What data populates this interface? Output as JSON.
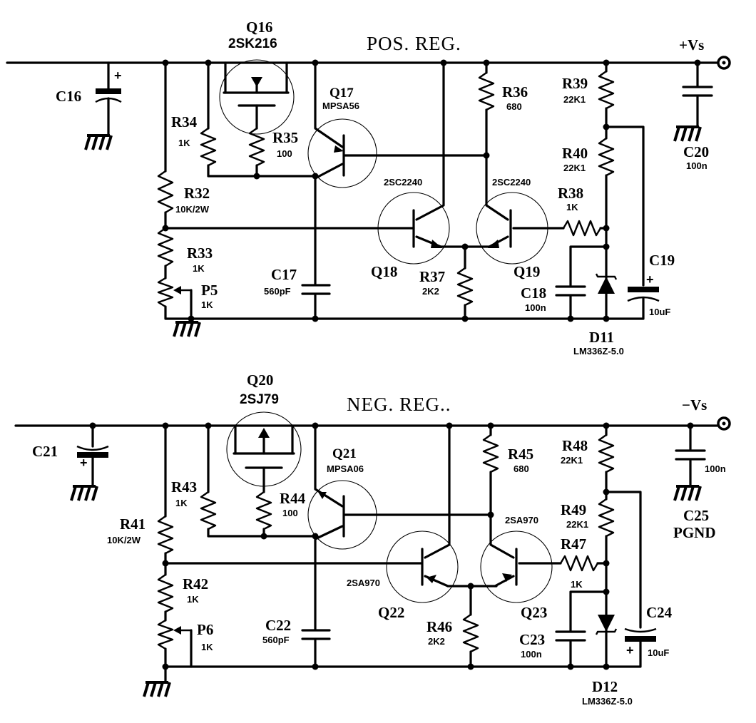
{
  "pos": {
    "title": "POS.  REG.",
    "q16": {
      "ref": "Q16",
      "part": "2SK216"
    },
    "q17": {
      "ref": "Q17",
      "part": "MPSA56"
    },
    "q18": {
      "ref": "Q18",
      "part": "2SC2240"
    },
    "q19": {
      "ref": "Q19",
      "part": "2SC2240"
    },
    "c16": {
      "ref": "C16",
      "pol": "+"
    },
    "r34": {
      "ref": "R34",
      "val": "1K"
    },
    "r35": {
      "ref": "R35",
      "val": "100"
    },
    "r32": {
      "ref": "R32",
      "val": "10K/2W"
    },
    "r33": {
      "ref": "R33",
      "val": "1K"
    },
    "p5": {
      "ref": "P5",
      "val": "1K"
    },
    "c17": {
      "ref": "C17",
      "val": "560pF"
    },
    "r36": {
      "ref": "R36",
      "val": "680"
    },
    "r37": {
      "ref": "R37",
      "val": "2K2"
    },
    "r38": {
      "ref": "R38",
      "val": "1K"
    },
    "r39": {
      "ref": "R39",
      "val": "22K1"
    },
    "r40": {
      "ref": "R40",
      "val": "22K1"
    },
    "c18": {
      "ref": "C18",
      "val": "100n"
    },
    "c19": {
      "ref": "C19",
      "val": "10uF",
      "pol": "+"
    },
    "c20": {
      "ref": "C20",
      "val": "100n"
    },
    "d11": {
      "ref": "D11",
      "part": "LM336Z-5.0"
    },
    "rail": "+Vs"
  },
  "neg": {
    "title": "NEG.  REG..",
    "q20": {
      "ref": "Q20",
      "part": "2SJ79"
    },
    "q21": {
      "ref": "Q21",
      "part": "MPSA06"
    },
    "q22": {
      "ref": "Q22",
      "part": "2SA970"
    },
    "q23": {
      "ref": "Q23",
      "part": "2SA970"
    },
    "c21": {
      "ref": "C21",
      "pol": "+"
    },
    "r43": {
      "ref": "R43",
      "val": "1K"
    },
    "r44": {
      "ref": "R44",
      "val": "100"
    },
    "r41": {
      "ref": "R41",
      "val": "10K/2W"
    },
    "r42": {
      "ref": "R42",
      "val": "1K"
    },
    "p6": {
      "ref": "P6",
      "val": "1K"
    },
    "c22": {
      "ref": "C22",
      "val": "560pF"
    },
    "r45": {
      "ref": "R45",
      "val": "680"
    },
    "r46": {
      "ref": "R46",
      "val": "2K2"
    },
    "r47": {
      "ref": "R47",
      "val": "1K"
    },
    "r48": {
      "ref": "R48",
      "val": "22K1"
    },
    "r49": {
      "ref": "R49",
      "val": "22K1"
    },
    "c23": {
      "ref": "C23",
      "val": "100n"
    },
    "c24": {
      "ref": "C24",
      "val": "10uF",
      "pol": "+"
    },
    "c25": {
      "ref": "C25",
      "val": "100n"
    },
    "pgnd": "PGND",
    "d12": {
      "ref": "D12",
      "part": "LM336Z-5.0"
    },
    "rail": "−Vs"
  }
}
